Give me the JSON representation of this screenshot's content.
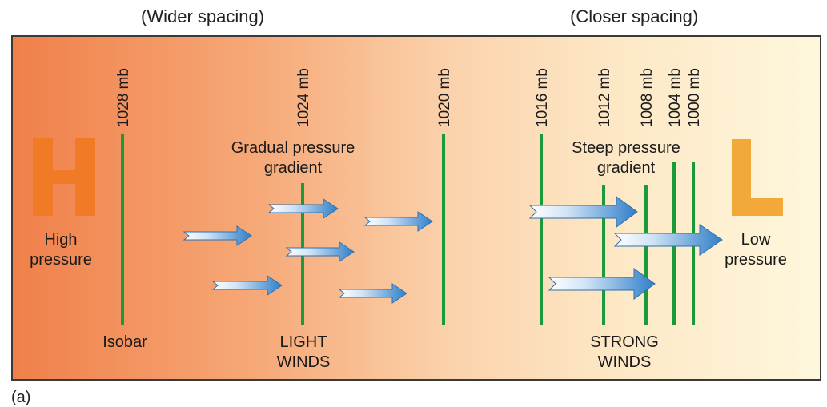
{
  "headings": {
    "left": "(Wider spacing)",
    "right": "(Closer spacing)"
  },
  "caption": "(a)",
  "high": {
    "letter": "H",
    "label_line1": "High",
    "label_line2": "pressure",
    "color": "#f07a26"
  },
  "low": {
    "letter": "L",
    "label_line1": "Low",
    "label_line2": "pressure",
    "color": "#f3a83a"
  },
  "isobars": [
    {
      "label": "1028 mb"
    },
    {
      "label": "1024 mb"
    },
    {
      "label": "1020 mb"
    },
    {
      "label": "1016 mb"
    },
    {
      "label": "1012 mb"
    },
    {
      "label": "1008 mb"
    },
    {
      "label": "1004 mb"
    },
    {
      "label": "1000 mb"
    }
  ],
  "notes": {
    "gradual_line1": "Gradual pressure",
    "gradual_line2": "gradient",
    "steep_line1": "Steep pressure",
    "steep_line2": "gradient",
    "isobar": "Isobar",
    "light_line1": "LIGHT",
    "light_line2": "WINDS",
    "strong_line1": "STRONG",
    "strong_line2": "WINDS"
  },
  "colors": {
    "isobar": "#1a9a3a",
    "arrow_dark": "#2f7fc8",
    "arrow_light": "#e8f2fb"
  }
}
